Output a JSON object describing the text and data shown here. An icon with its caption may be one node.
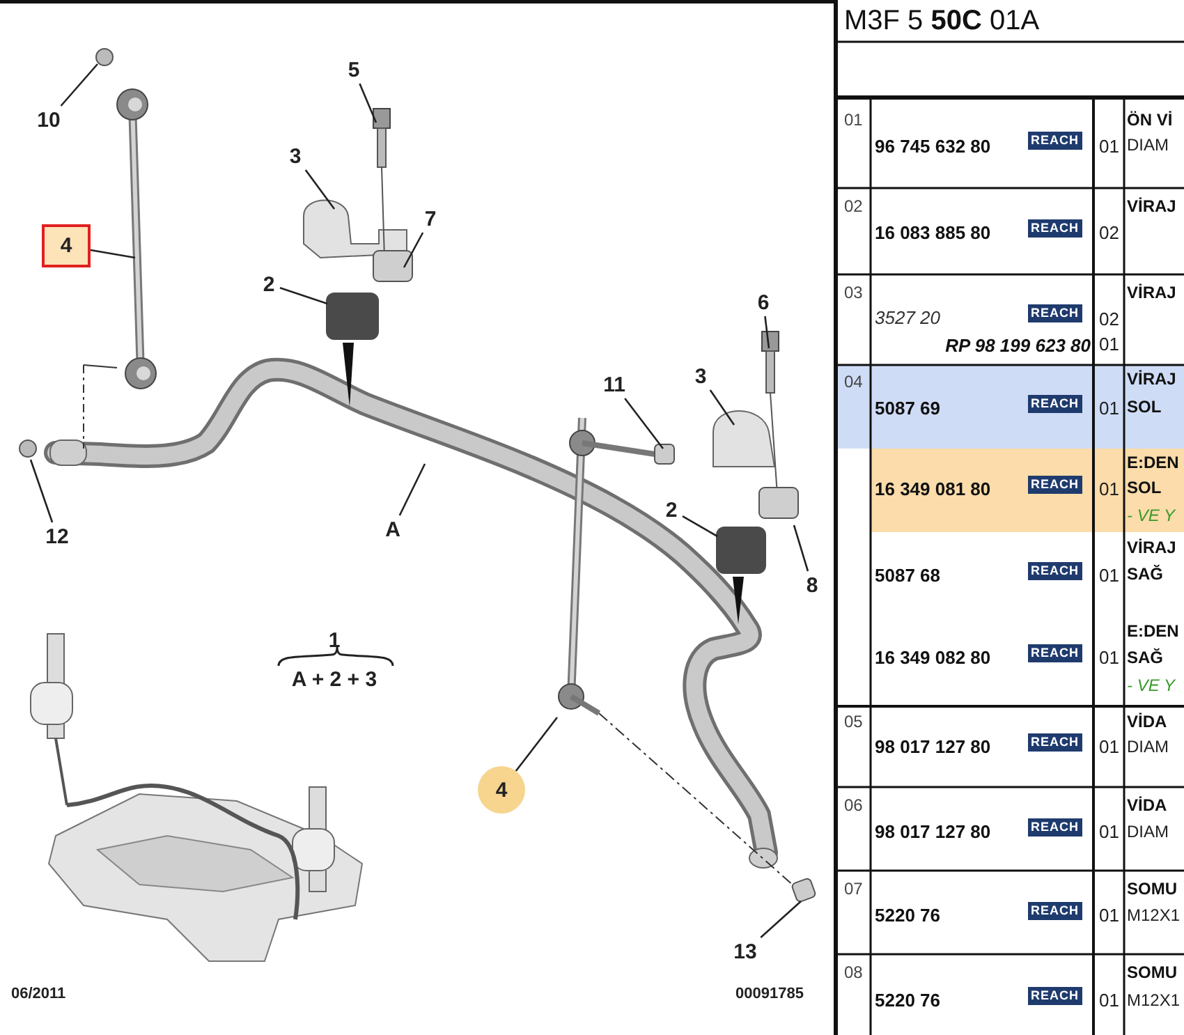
{
  "diagram": {
    "nodes": [
      {
        "text": [
          "10"
        ]
      },
      {
        "text": [
          "4"
        ]
      },
      {
        "text": [
          "5"
        ]
      },
      {
        "text": [
          "3"
        ]
      },
      {
        "text": [
          "7"
        ]
      },
      {
        "text": [
          "2"
        ]
      },
      {
        "text": [
          "12"
        ]
      },
      {
        "text": [
          "A"
        ]
      },
      {
        "text": [
          "6"
        ]
      },
      {
        "text": [
          "11"
        ]
      },
      {
        "text": [
          "3"
        ]
      },
      {
        "text": [
          "2"
        ]
      },
      {
        "text": [
          "8"
        ]
      },
      {
        "text": [
          "4"
        ]
      },
      {
        "text": [
          "13"
        ]
      }
    ],
    "edges": [
      {
        "from": 0,
        "to": null,
        "arrow": "none"
      },
      {
        "from": 1,
        "to": null,
        "arrow": "none"
      },
      {
        "from": 2,
        "to": null,
        "arrow": "none"
      },
      {
        "from": 3,
        "to": null,
        "arrow": "none"
      },
      {
        "from": 4,
        "to": null,
        "arrow": "none"
      },
      {
        "from": 5,
        "to": null,
        "arrow": "none"
      },
      {
        "from": 6,
        "to": null,
        "arrow": "none"
      },
      {
        "from": 7,
        "to": null,
        "arrow": "none"
      },
      {
        "from": 8,
        "to": null,
        "arrow": "none"
      },
      {
        "from": 9,
        "to": null,
        "arrow": "none"
      },
      {
        "from": 10,
        "to": null,
        "arrow": "none"
      },
      {
        "from": 11,
        "to": null,
        "arrow": "none"
      },
      {
        "from": 12,
        "to": null,
        "arrow": "none"
      },
      {
        "from": 13,
        "to": null,
        "arrow": "none"
      },
      {
        "from": 14,
        "to": null,
        "arrow": "none"
      }
    ],
    "labels": [
      "M3F 5 **50C** 01A",
      "01",
      "96 745 632 80",
      "REACH",
      "01",
      "ÖN Vİ",
      "DIAM",
      "02",
      "16 083 885 80",
      "REACH",
      "02",
      "VİRAJ",
      "03",
      "3527 20",
      "REACH",
      "02",
      "VİRAJ",
      "RP 98 199 623 80",
      "01",
      "04",
      "5087 69",
      "REACH",
      "01",
      "VİRAJ",
      "SOL",
      "16 349 081 80",
      "REACH",
      "01",
      "E:DEN",
      "SOL",
      "- VE Y",
      "5087 68",
      "REACH",
      "01",
      "VİRAJ",
      "SAĞ",
      "16 349 082 80",
      "REACH",
      "01",
      "E:DEN",
      "SAĞ",
      "- VE Y",
      "05",
      "98 017 127 80",
      "REACH",
      "01",
      "VİDA",
      "DIAM",
      "06",
      "98 017 127 80",
      "REACH",
      "01",
      "VİDA",
      "DIAM",
      "07",
      "5220 76",
      "REACH",
      "01",
      "SOMU",
      "M12X1",
      "08",
      "5220 76",
      "REACH",
      "01",
      "SOMU",
      "M12X1",
      "1",
      "A + 2 + 3",
      "06/2011",
      "00091785"
    ]
  }
}
